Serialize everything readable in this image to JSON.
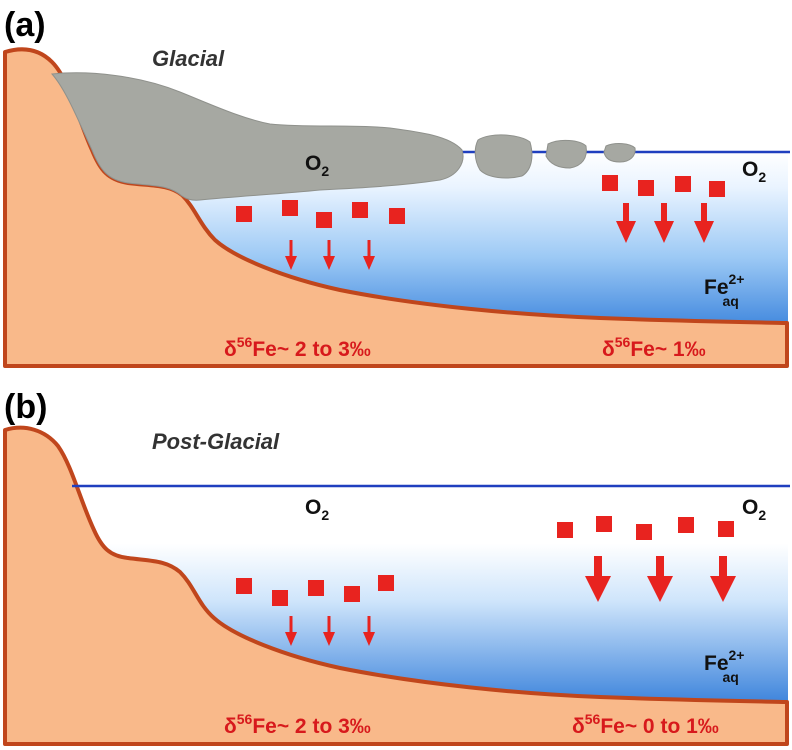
{
  "colors": {
    "land": "#f9b98a",
    "coast": "#c0461c",
    "ice": "#a6a8a2",
    "ice_edge": "#8f918c",
    "water_surface": "#ffffff",
    "water_deep": "#2f7fdb",
    "waterline": "#1f3fbf",
    "particle": "#e8231f"
  },
  "panels": [
    {
      "label": "(a)",
      "title": "Glacial",
      "o2_under_ice": "O",
      "o2_under_ice_sub": "2",
      "o2_open": "O",
      "o2_open_sub": "2",
      "fe_main": "Fe",
      "fe_sup": "2+",
      "fe_sub": "aq",
      "iso_left_delta": "δ",
      "iso_left_sup": "56",
      "iso_left_rest": "Fe~ 2 to 3‰",
      "iso_right_delta": "δ",
      "iso_right_sup": "56",
      "iso_right_rest": "Fe~ 1‰"
    },
    {
      "label": "(b)",
      "title": "Post-Glacial",
      "o2_left": "O",
      "o2_left_sub": "2",
      "o2_right": "O",
      "o2_right_sub": "2",
      "fe_main": "Fe",
      "fe_sup": "2+",
      "fe_sub": "aq",
      "iso_left_delta": "δ",
      "iso_left_sup": "56",
      "iso_left_rest": "Fe~ 2 to 3‰",
      "iso_right_delta": "δ",
      "iso_right_sup": "56",
      "iso_right_rest": "Fe~ 0 to 1‰"
    }
  ],
  "icons": [
    "red-square-particle",
    "down-arrow"
  ]
}
